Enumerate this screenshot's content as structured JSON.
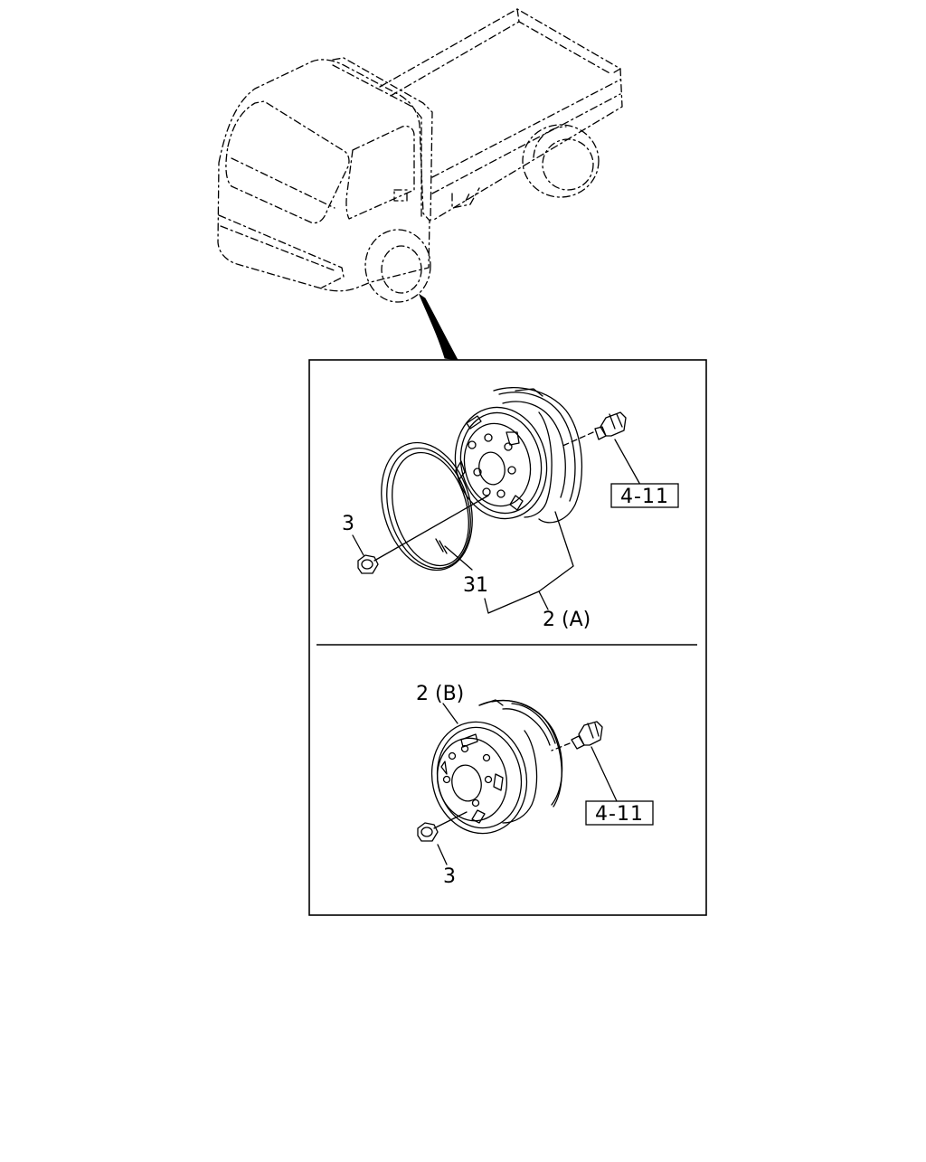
{
  "diagram": {
    "top": {
      "callouts": [
        {
          "id": "nut",
          "text": "3"
        },
        {
          "id": "ring",
          "text": "31"
        },
        {
          "id": "wheel",
          "text": "2 (A)"
        }
      ],
      "ref_box": "4-11"
    },
    "bottom": {
      "callouts": [
        {
          "id": "wheel",
          "text": "2 (B)"
        },
        {
          "id": "nut",
          "text": "3"
        }
      ],
      "ref_box": "4-11"
    }
  }
}
